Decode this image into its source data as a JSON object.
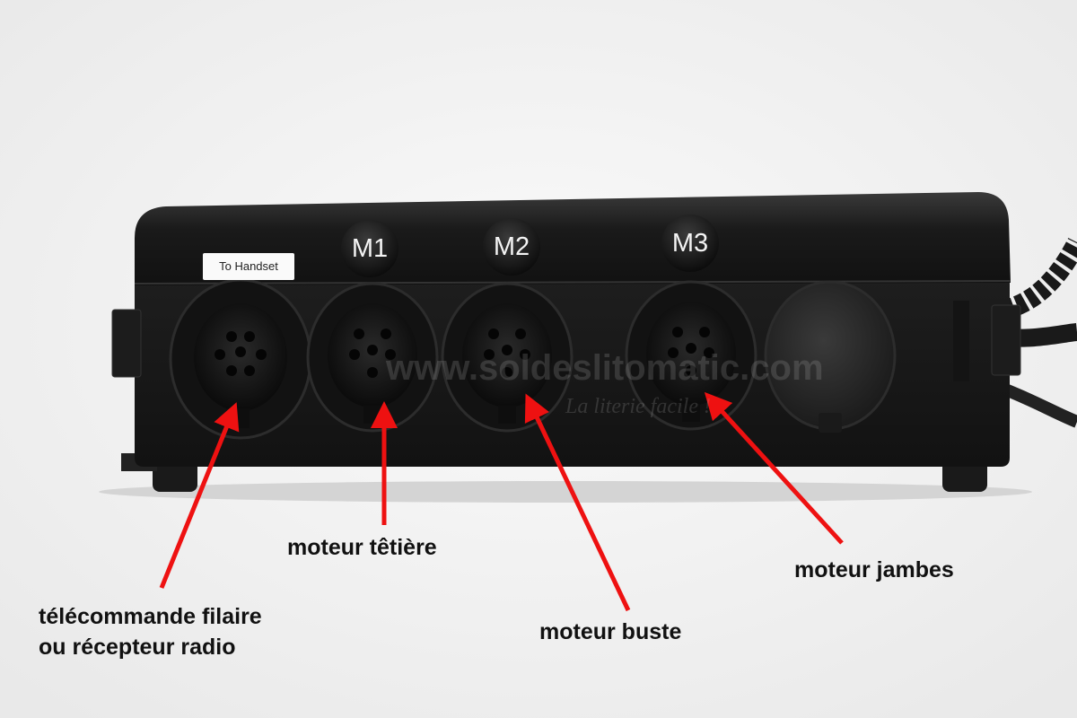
{
  "device": {
    "handset_tag": "To Handset",
    "ports": [
      {
        "badge": "M1"
      },
      {
        "badge": "M2"
      },
      {
        "badge": "M3"
      }
    ]
  },
  "watermark": {
    "line1": "www.soldeslitomatic.com",
    "line2": "La literie facile !"
  },
  "annotations": {
    "color": "#ee1111",
    "handset_label_line1": "télécommande filaire",
    "handset_label_line2": "ou récepteur radio",
    "m1_label": "moteur têtière",
    "m2_label": "moteur buste",
    "m3_label": "moteur jambes"
  }
}
